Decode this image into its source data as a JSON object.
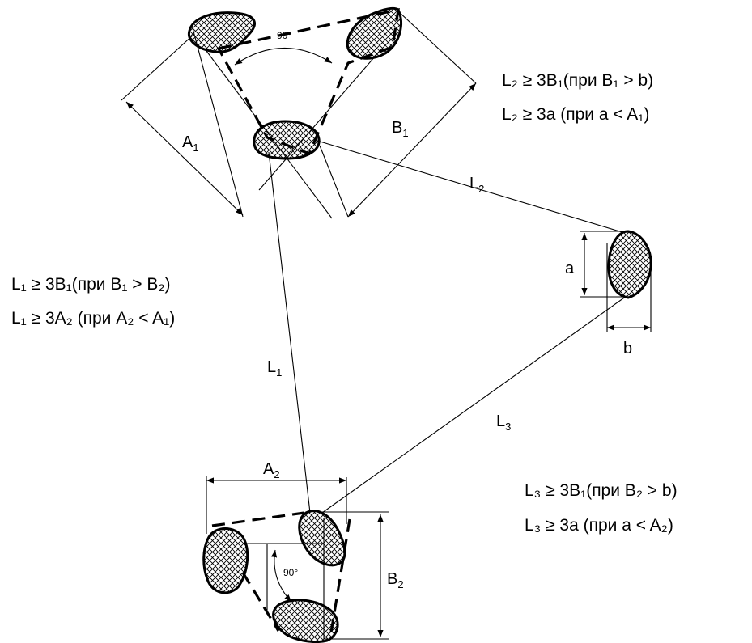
{
  "labels": {
    "a1": "A",
    "a1_sub": "1",
    "b1": "B",
    "b1_sub": "1",
    "a2": "A",
    "a2_sub": "2",
    "b2": "B",
    "b2_sub": "2",
    "l1": "L",
    "l1_sub": "1",
    "l2": "L",
    "l2_sub": "2",
    "l3": "L",
    "l3_sub": "3",
    "a": "a",
    "b": "b",
    "angle_top": "90°",
    "angle_bottom": "90°"
  },
  "formulas": {
    "top_right": [
      "L₂ ≥ 3B₁(при B₁ > b)",
      "L₂ ≥ 3a (при a < A₁)"
    ],
    "left": [
      "L₁ ≥ 3B₁(при B₁ > B₂)",
      "L₁ ≥ 3A₂ (при A₂ < A₁)"
    ],
    "bottom_right": [
      "L₃ ≥ 3B₁(при B₂ > b)",
      "L₃ ≥ 3a (при a < A₂)"
    ]
  },
  "colors": {
    "ink": "#000000",
    "background": "#ffffff"
  }
}
